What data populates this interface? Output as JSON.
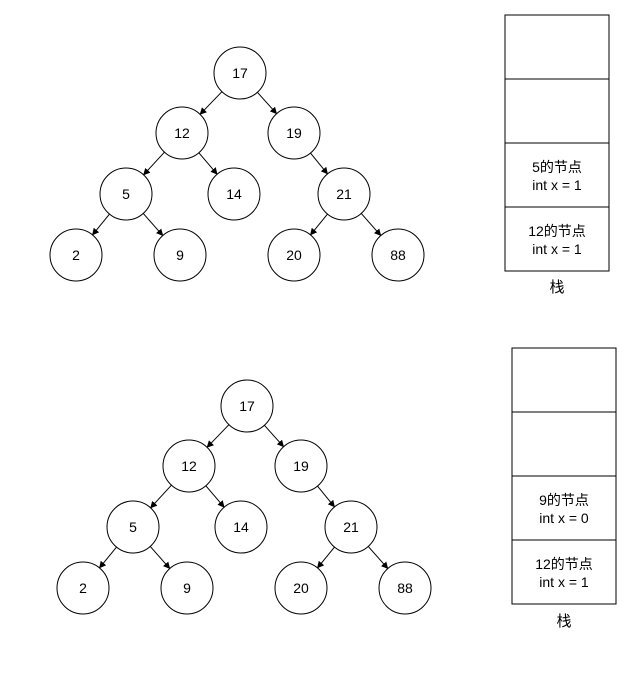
{
  "diagrams": [
    {
      "tree": {
        "nodes": [
          "17",
          "12",
          "19",
          "5",
          "14",
          "21",
          "2",
          "9",
          "20",
          "88"
        ],
        "edges": [
          [
            "17",
            "12"
          ],
          [
            "17",
            "19"
          ],
          [
            "12",
            "5"
          ],
          [
            "12",
            "14"
          ],
          [
            "19",
            "21"
          ],
          [
            "5",
            "2"
          ],
          [
            "5",
            "9"
          ],
          [
            "21",
            "20"
          ],
          [
            "21",
            "88"
          ]
        ]
      },
      "stack": {
        "label": "栈",
        "cells": [
          {
            "line1": "",
            "line2": ""
          },
          {
            "line1": "",
            "line2": ""
          },
          {
            "line1": "5的节点",
            "line2": "int x = 1"
          },
          {
            "line1": "12的节点",
            "line2": "int x = 1"
          }
        ]
      }
    },
    {
      "tree": {
        "nodes": [
          "17",
          "12",
          "19",
          "5",
          "14",
          "21",
          "2",
          "9",
          "20",
          "88"
        ],
        "edges": [
          [
            "17",
            "12"
          ],
          [
            "17",
            "19"
          ],
          [
            "12",
            "5"
          ],
          [
            "12",
            "14"
          ],
          [
            "19",
            "21"
          ],
          [
            "5",
            "2"
          ],
          [
            "5",
            "9"
          ],
          [
            "21",
            "20"
          ],
          [
            "21",
            "88"
          ]
        ]
      },
      "stack": {
        "label": "栈",
        "cells": [
          {
            "line1": "",
            "line2": ""
          },
          {
            "line1": "",
            "line2": ""
          },
          {
            "line1": "9的节点",
            "line2": "int x = 0"
          },
          {
            "line1": "12的节点",
            "line2": "int x = 1"
          }
        ]
      }
    }
  ]
}
